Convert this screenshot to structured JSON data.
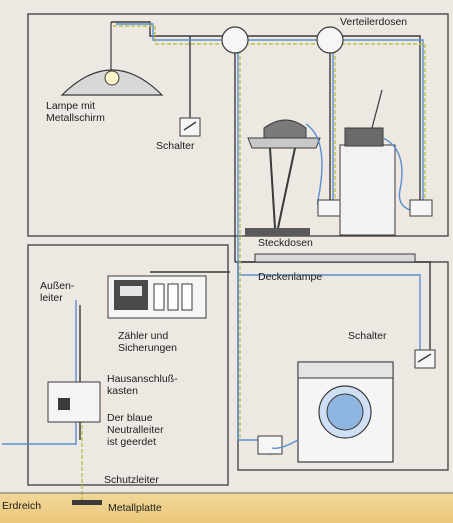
{
  "labels": {
    "lamp": "Lampe mit\nMetallschirm",
    "switch_top": "Schalter",
    "junction_boxes": "Verteilerdosen",
    "outlets": "Steckdosen",
    "ceiling_lamp": "Deckenlampe",
    "outer_conductor": "Außen-\nleiter",
    "meter_fuses": "Zähler und\nSicherungen",
    "connection_box": "Hausanschluß-\nkasten",
    "neutral_note": "Der blaue\nNeutralleiter\nist geerdet",
    "switch_bottom": "Schalter",
    "protective_conductor": "Schutzleiter",
    "ground": "Erdreich",
    "metal_plate": "Metallplatte"
  },
  "colors": {
    "phase_wire": "#3a3a3a",
    "neutral_wire": "#5a8fd0",
    "protective_wire": "#b8c44a",
    "wall": "#ede8e2",
    "ground": "#ecc87c"
  }
}
